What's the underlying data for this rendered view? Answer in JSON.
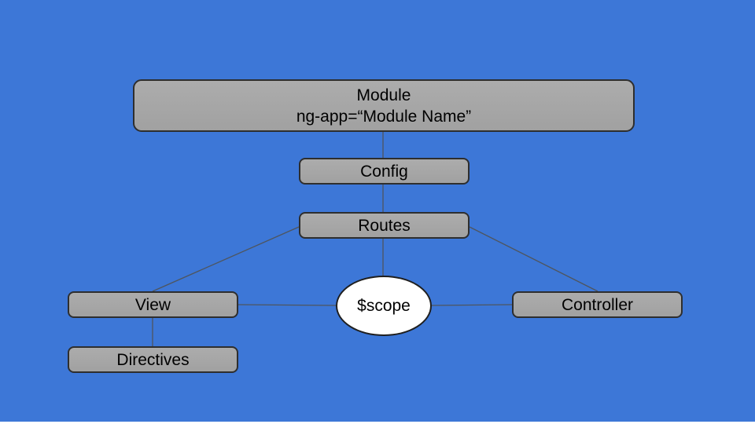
{
  "slide": {
    "background_color": "#3D77D7",
    "bottom_edge_color": "#FFFFFF"
  },
  "colors": {
    "node_fill": "#A6A6A6",
    "node_border": "#2E2E2E",
    "scope_fill": "#FFFFFF",
    "connector": "#4E555E",
    "text": "#000000"
  },
  "diagram": {
    "nodes": {
      "module": {
        "line1": "Module",
        "line2": "ng-app=“Module Name”"
      },
      "config": {
        "label": "Config"
      },
      "routes": {
        "label": "Routes"
      },
      "view": {
        "label": "View"
      },
      "scope": {
        "label": "$scope"
      },
      "controller": {
        "label": "Controller"
      },
      "directives": {
        "label": "Directives"
      }
    }
  }
}
